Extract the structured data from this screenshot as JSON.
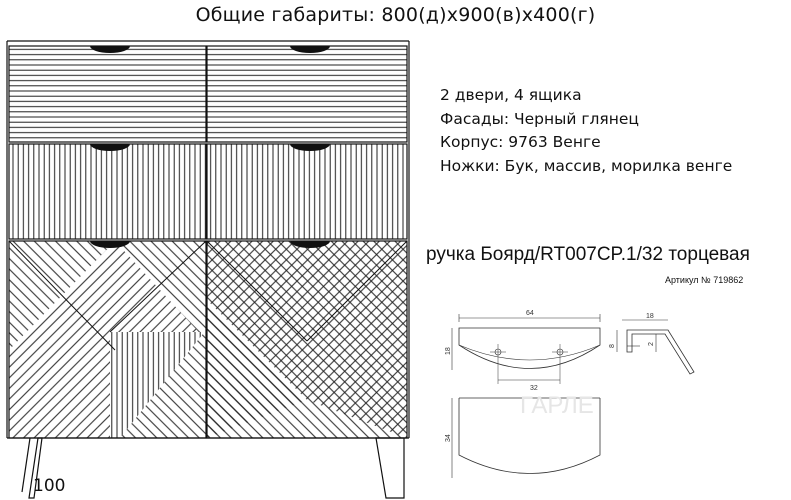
{
  "header": {
    "title": "Общие габариты: 800(д)х900(в)х400(г)"
  },
  "specs": [
    "2 двери, 4 ящика",
    "Фасады: Черный глянец",
    "Корпус: 9763 Венге",
    "Ножки: Бук, массив, морилка венге"
  ],
  "handle": {
    "title": "ручка Боярд/RT007CP.1/32 торцевая",
    "article": "Артикул № 719862",
    "dims": {
      "width": "64",
      "height": "18",
      "hole_spacing": "32",
      "depth": "18",
      "lip": "8",
      "thickness": "2",
      "front_height": "34"
    },
    "watermark": "ГАРЛЕ"
  },
  "legs": {
    "height_label": "100"
  }
}
